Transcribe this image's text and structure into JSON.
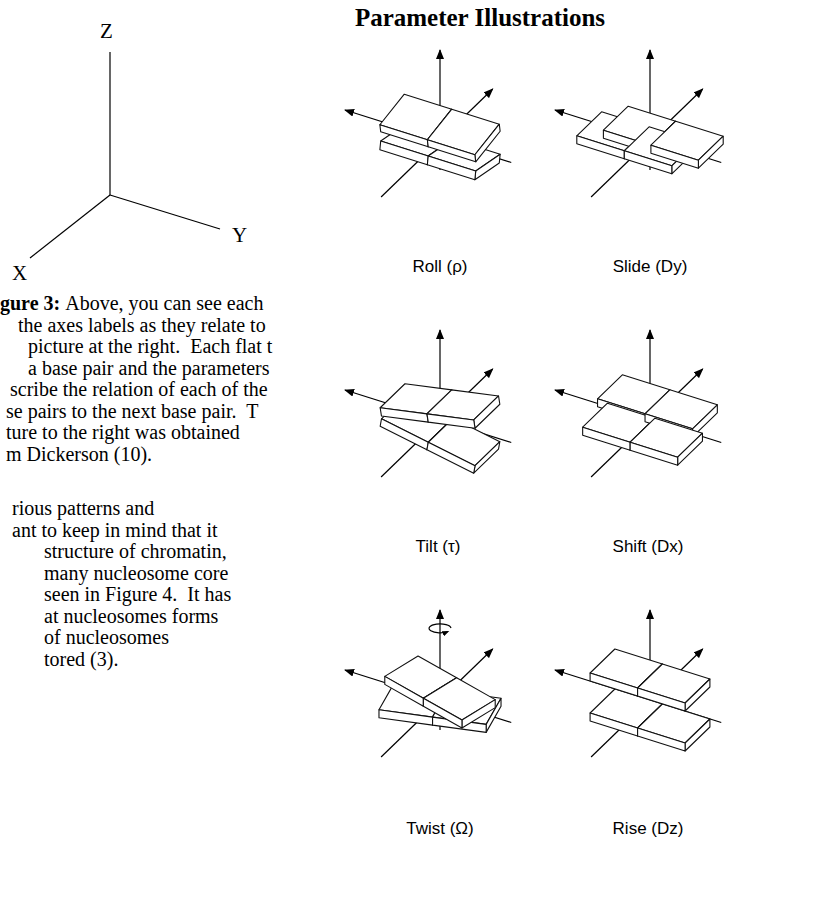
{
  "diagram": {
    "title": "Parameter Illustrations",
    "labels": [
      "Z",
      "Y",
      "X",
      "gure 3:",
      "Above, you can see each",
      "the axes labels as they relate to",
      "picture at the right.  Each flat t",
      "a base pair and the parameters",
      "scribe the relation of each of the",
      "se pairs to the next base pair.  T",
      "ture to the right was obtained",
      "m Dickerson (10).",
      "rious patterns and",
      "ant to keep in mind that it",
      "structure of chromatin,",
      "many nucleosome core",
      "seen in Figure 4.  It has",
      "at nucleosomes forms",
      "of nucleosomes",
      "tored (3).",
      "Roll (ρ)",
      "Slide (Dy)",
      "Tilt (τ)",
      "Shift (Dx)",
      "Twist (Ω)",
      "Rise (Dz)"
    ]
  }
}
